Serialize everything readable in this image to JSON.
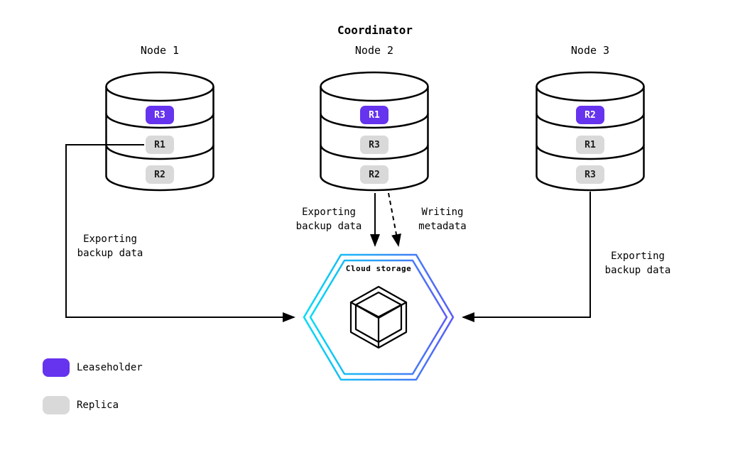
{
  "title": "Coordinator",
  "nodes": [
    {
      "label": "Node 1",
      "ranges": [
        {
          "label": "R3",
          "type": "leaseholder"
        },
        {
          "label": "R1",
          "type": "replica"
        },
        {
          "label": "R2",
          "type": "replica"
        }
      ]
    },
    {
      "label": "Node 2",
      "ranges": [
        {
          "label": "R1",
          "type": "leaseholder"
        },
        {
          "label": "R3",
          "type": "replica"
        },
        {
          "label": "R2",
          "type": "replica"
        }
      ]
    },
    {
      "label": "Node 3",
      "ranges": [
        {
          "label": "R2",
          "type": "leaseholder"
        },
        {
          "label": "R1",
          "type": "replica"
        },
        {
          "label": "R3",
          "type": "replica"
        }
      ]
    }
  ],
  "cloud_storage": {
    "label": "Cloud storage",
    "icon": "cube-icon"
  },
  "arrows": [
    {
      "from": "Node 1",
      "to": "Cloud storage",
      "label": "Exporting\nbackup data",
      "style": "solid"
    },
    {
      "from": "Node 2",
      "to": "Cloud storage",
      "label": "Exporting\nbackup data",
      "style": "solid"
    },
    {
      "from": "Node 2",
      "to": "Cloud storage",
      "label": "Writing\nmetadata",
      "style": "dashed"
    },
    {
      "from": "Node 3",
      "to": "Cloud storage",
      "label": "Exporting\nbackup data",
      "style": "solid"
    }
  ],
  "legend": [
    {
      "label": "Leaseholder",
      "type": "leaseholder"
    },
    {
      "label": "Replica",
      "type": "replica"
    }
  ],
  "colors": {
    "leaseholder": "#6633ee",
    "replica": "#d9d9d9",
    "hexagon_start": "#00dcf5",
    "hexagon_end": "#5b5bf7",
    "arrow": "#000000"
  }
}
